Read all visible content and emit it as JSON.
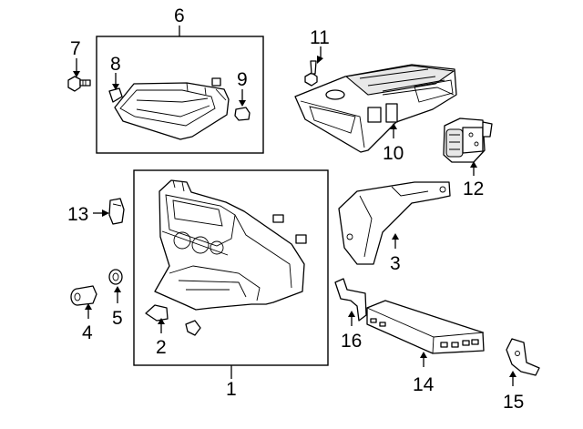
{
  "callouts": {
    "n1": "1",
    "n2": "2",
    "n3": "3",
    "n4": "4",
    "n5": "5",
    "n6": "6",
    "n7": "7",
    "n8": "8",
    "n9": "9",
    "n10": "10",
    "n11": "11",
    "n12": "12",
    "n13": "13",
    "n14": "14",
    "n15": "15",
    "n16": "16"
  }
}
